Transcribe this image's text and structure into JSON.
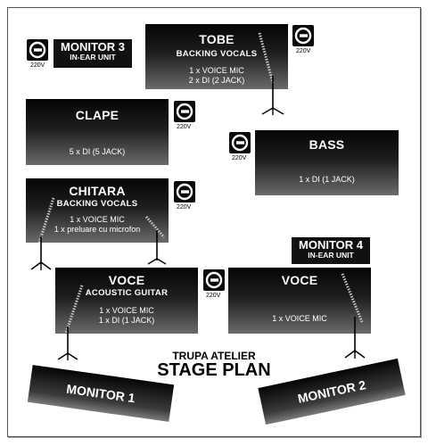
{
  "monitor3": {
    "title": "MONITOR 3",
    "subtitle": "IN-EAR UNIT"
  },
  "monitor4": {
    "title": "MONITOR 4",
    "subtitle": "IN-EAR UNIT"
  },
  "tobe": {
    "title": "TOBE",
    "subtitle": "BACKING VOCALS",
    "lines": [
      "1 x VOICE MIC",
      "2 x DI (2 JACK)"
    ]
  },
  "clape": {
    "title": "CLAPE",
    "lines": [
      "5 x DI (5 JACK)"
    ]
  },
  "bass": {
    "title": "BASS",
    "lines": [
      "1 x DI (1 JACK)"
    ]
  },
  "chitara": {
    "title": "CHITARA",
    "subtitle": "BACKING VOCALS",
    "lines": [
      "1 x VOICE MIC",
      "1 x preluare cu microfon"
    ]
  },
  "voce_left": {
    "title": "VOCE",
    "subtitle": "ACOUSTIC GUITAR",
    "lines": [
      "1 x VOICE MIC",
      "1 x DI (1 JACK)"
    ]
  },
  "voce_right": {
    "title": "VOCE",
    "lines": [
      "1 x VOICE MIC"
    ]
  },
  "power_label": "220V",
  "footer": {
    "line1": "TRUPA ATELIER",
    "line2": "STAGE PLAN"
  },
  "wedge1": "MONITOR 1",
  "wedge2": "MONITOR 2"
}
